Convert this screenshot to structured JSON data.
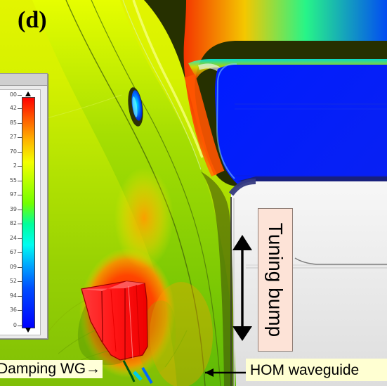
{
  "figure": {
    "panel_label": "(d)",
    "callouts": {
      "damping_wg": "Damping WG→",
      "hom_waveguide": "HOM waveguide",
      "tuning_bump": "Tuning bump"
    },
    "legend": {
      "tick_labels": [
        "00",
        "42",
        "85",
        "27",
        "70",
        "2",
        "55",
        "97",
        "39",
        "82",
        "24",
        "67",
        "09",
        "52",
        "94",
        "36",
        "0"
      ]
    }
  }
}
